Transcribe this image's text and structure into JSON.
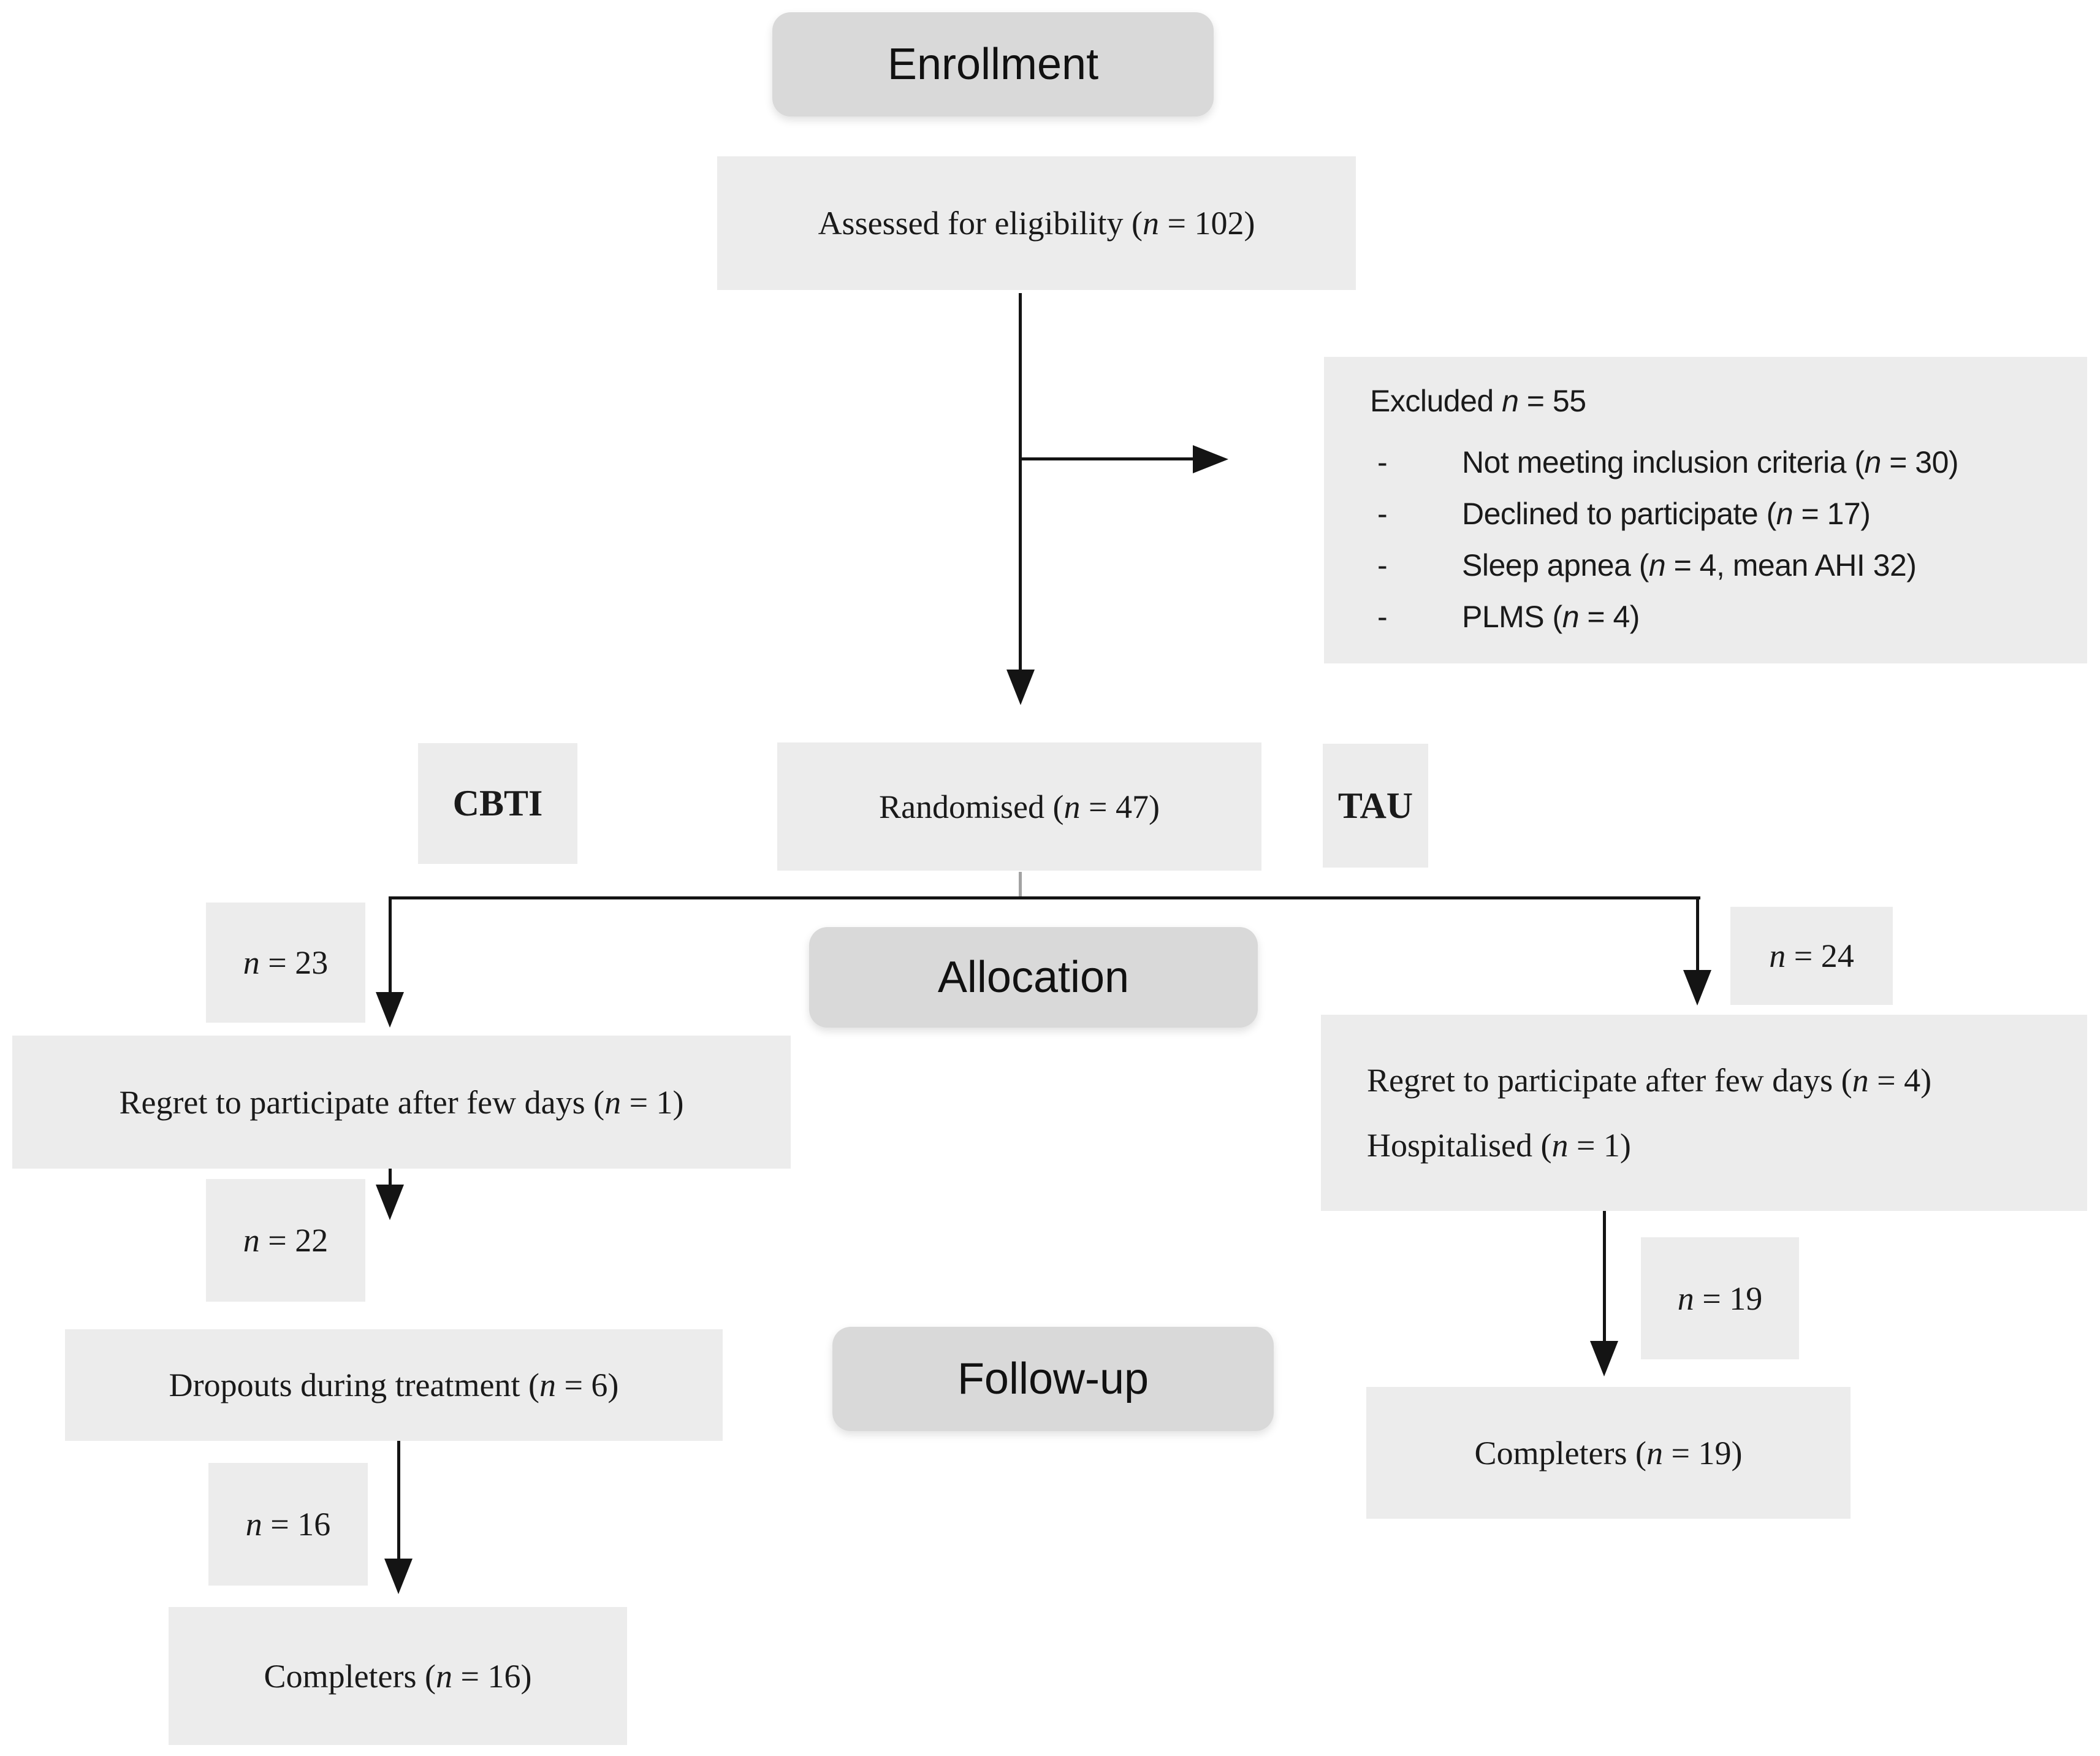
{
  "palette": {
    "header_fill": "#d9d9d9",
    "box_fill": "#ececec",
    "line": "#141414",
    "text": "#1a1a1a"
  },
  "headers": {
    "enrollment": "Enrollment",
    "allocation": "Allocation",
    "follow_up": "Follow-up"
  },
  "enrollment": {
    "assessed": "Assessed for eligibility (n = 102)",
    "excluded": {
      "title": "Excluded n = 55",
      "bullet_marker": "-",
      "items": [
        "Not meeting inclusion criteria (n = 30)",
        "Declined to participate (n = 17)",
        "Sleep apnea (n = 4, mean AHI 32)",
        "PLMS (n = 4)"
      ]
    }
  },
  "randomisation": {
    "label": "Randomised (n = 47)",
    "left_arm": "CBTI",
    "right_arm": "TAU"
  },
  "allocation": {
    "left": {
      "count": "n = 23",
      "note": "Regret to participate after few days (n = 1)"
    },
    "right": {
      "count": "n = 24",
      "note_line1": "Regret to participate after few days (n = 4)",
      "note_line2": "Hospitalised (n = 1)"
    }
  },
  "follow_up": {
    "left": {
      "count_after_regret": "n = 22",
      "dropouts": "Dropouts during treatment (n = 6)",
      "count_after_dropouts": "n = 16",
      "completers": "Completers (n = 16)"
    },
    "right": {
      "count": "n = 19",
      "completers": "Completers (n = 19)"
    }
  }
}
